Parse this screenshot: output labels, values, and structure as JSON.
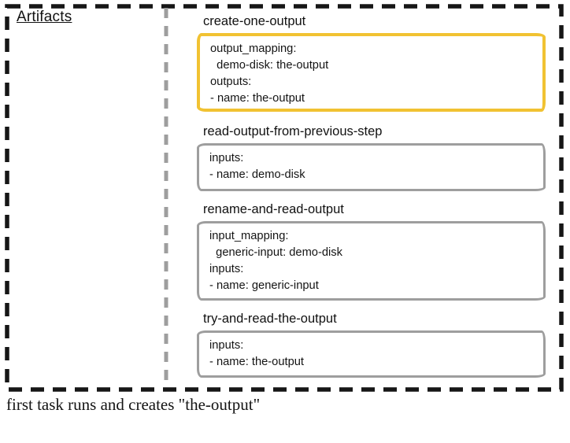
{
  "artifacts_panel": {
    "title": "Artifacts"
  },
  "tasks": [
    {
      "name": "create-one-output",
      "highlighted": true,
      "border_color": "#f1c232",
      "spec_lines": [
        "output_mapping:",
        "  demo-disk: the-output",
        "outputs:",
        "- name: the-output"
      ]
    },
    {
      "name": "read-output-from-previous-step",
      "highlighted": false,
      "border_color": "#9e9e9e",
      "spec_lines": [
        "inputs:",
        "- name: demo-disk"
      ]
    },
    {
      "name": "rename-and-read-output",
      "highlighted": false,
      "border_color": "#9e9e9e",
      "spec_lines": [
        "input_mapping:",
        "  generic-input: demo-disk",
        "inputs:",
        "- name: generic-input"
      ]
    },
    {
      "name": "try-and-read-the-output",
      "highlighted": false,
      "border_color": "#9e9e9e",
      "spec_lines": [
        "inputs:",
        "- name: the-output"
      ]
    }
  ],
  "caption": "first task runs and creates \"the-output\"",
  "colors": {
    "boundary_dash": "#161616",
    "divider_dash": "#9e9e9e",
    "highlight_border": "#f1c232",
    "task_border": "#9e9e9e",
    "text": "#141414"
  }
}
